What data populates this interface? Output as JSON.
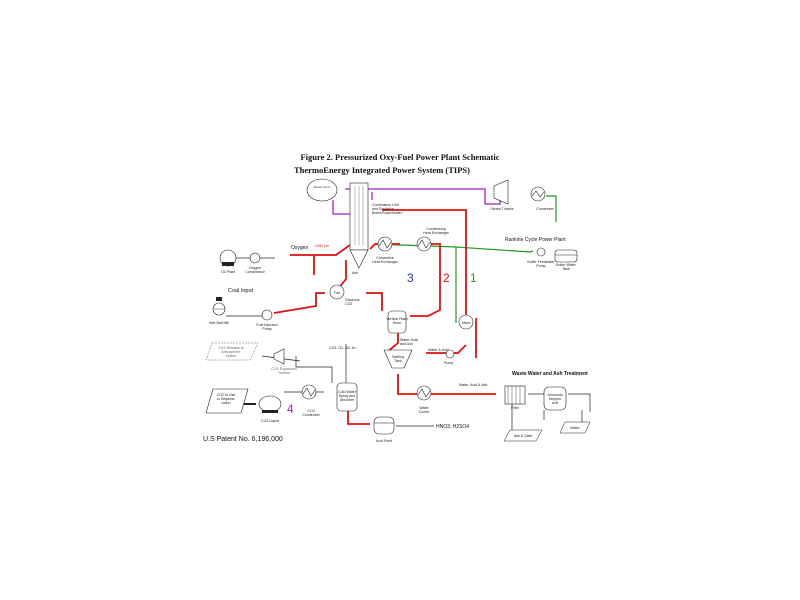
{
  "title": {
    "line1": "Figure 2. Pressurized Oxy-Fuel Power Plant Schematic",
    "line2": "ThermoEnergy Integrated Power System (TIPS)"
  },
  "labels": {
    "steam_drum": "Steam Drum",
    "combustion_unit": [
      "Combustion Unit",
      "and Radiative",
      "Boiler/Superheater"
    ],
    "steam_turbine": "Steam Turbine",
    "condenser": "Condenser",
    "rankine": "Rankine Cycle Power Plant",
    "boiler_feedwater_pump": [
      "Boiler Feedwater",
      "Pump"
    ],
    "boiler_water_tank": [
      "Boiler Water",
      "Tank"
    ],
    "condensing_hx": [
      "Condensing",
      "Heat Exchanger"
    ],
    "convective_hx": [
      "Convective",
      "Heat Exchanger"
    ],
    "o2_plant": "O2 Plant",
    "oxygen_compressor": [
      "Oxygen",
      "Compressor"
    ],
    "oxygen": "Oxygen",
    "pressure": "~1250 psi",
    "ash": "Ash",
    "coal_input": "Coal Input",
    "wet_ball_mill": "Wet Ball Mill",
    "fuel_injection_pump": [
      "Fuel Injection",
      "Pump"
    ],
    "fan": "Fan",
    "gaseous_co2": [
      "Gaseous",
      "CO2"
    ],
    "flash_drum": [
      "Vertical Flash",
      "Drum"
    ],
    "mixer": "Mixer",
    "water_acid_ash": [
      "Water, Acid",
      "and Ash"
    ],
    "settling_tank": [
      "Settling",
      "Tank"
    ],
    "water_acid": "Water & Acid",
    "pump": "Pump",
    "co2_release": [
      "CO2 Release to",
      "Atmosphere",
      "Option"
    ],
    "co2_expansion_turbine": [
      "CO2 Expansion",
      "Turbine"
    ],
    "co2_o2_n2": "CO2, O2, N2, Ar...",
    "cold_water_scrubber": [
      "Cold Water",
      "Spray and",
      "Absorber"
    ],
    "co2_to_use": [
      "CO2 to Use",
      "or Sequest-",
      "ration"
    ],
    "co2_liquid": "CO2 Liquid",
    "co2_condenser": [
      "CO2",
      "Condenser"
    ],
    "water_cooler": [
      "Water",
      "Cooler"
    ],
    "water_acid_ash2": "Water, Acid & Ash",
    "waste_water_title": "Waste Water and Ash Treatment",
    "filter": "Filter",
    "ammonia_stripper": [
      "Ammonia",
      "Stripper",
      "Unit"
    ],
    "ash_salts": "Ash & Salts",
    "water_out": "Water",
    "acid_feed": "Acid Feed",
    "acids": "HNO3, H2SO4",
    "patent": "U.S Patent No. 6,196,000"
  },
  "loops": {
    "n1": "1",
    "n2": "2",
    "n3": "3",
    "n4": "4"
  },
  "colors": {
    "flue_gas": "#e01010",
    "steam": "#a020c0",
    "water": "#1f9a1f",
    "loop3": "#2a2ab8",
    "loop4": "#a020c0"
  }
}
